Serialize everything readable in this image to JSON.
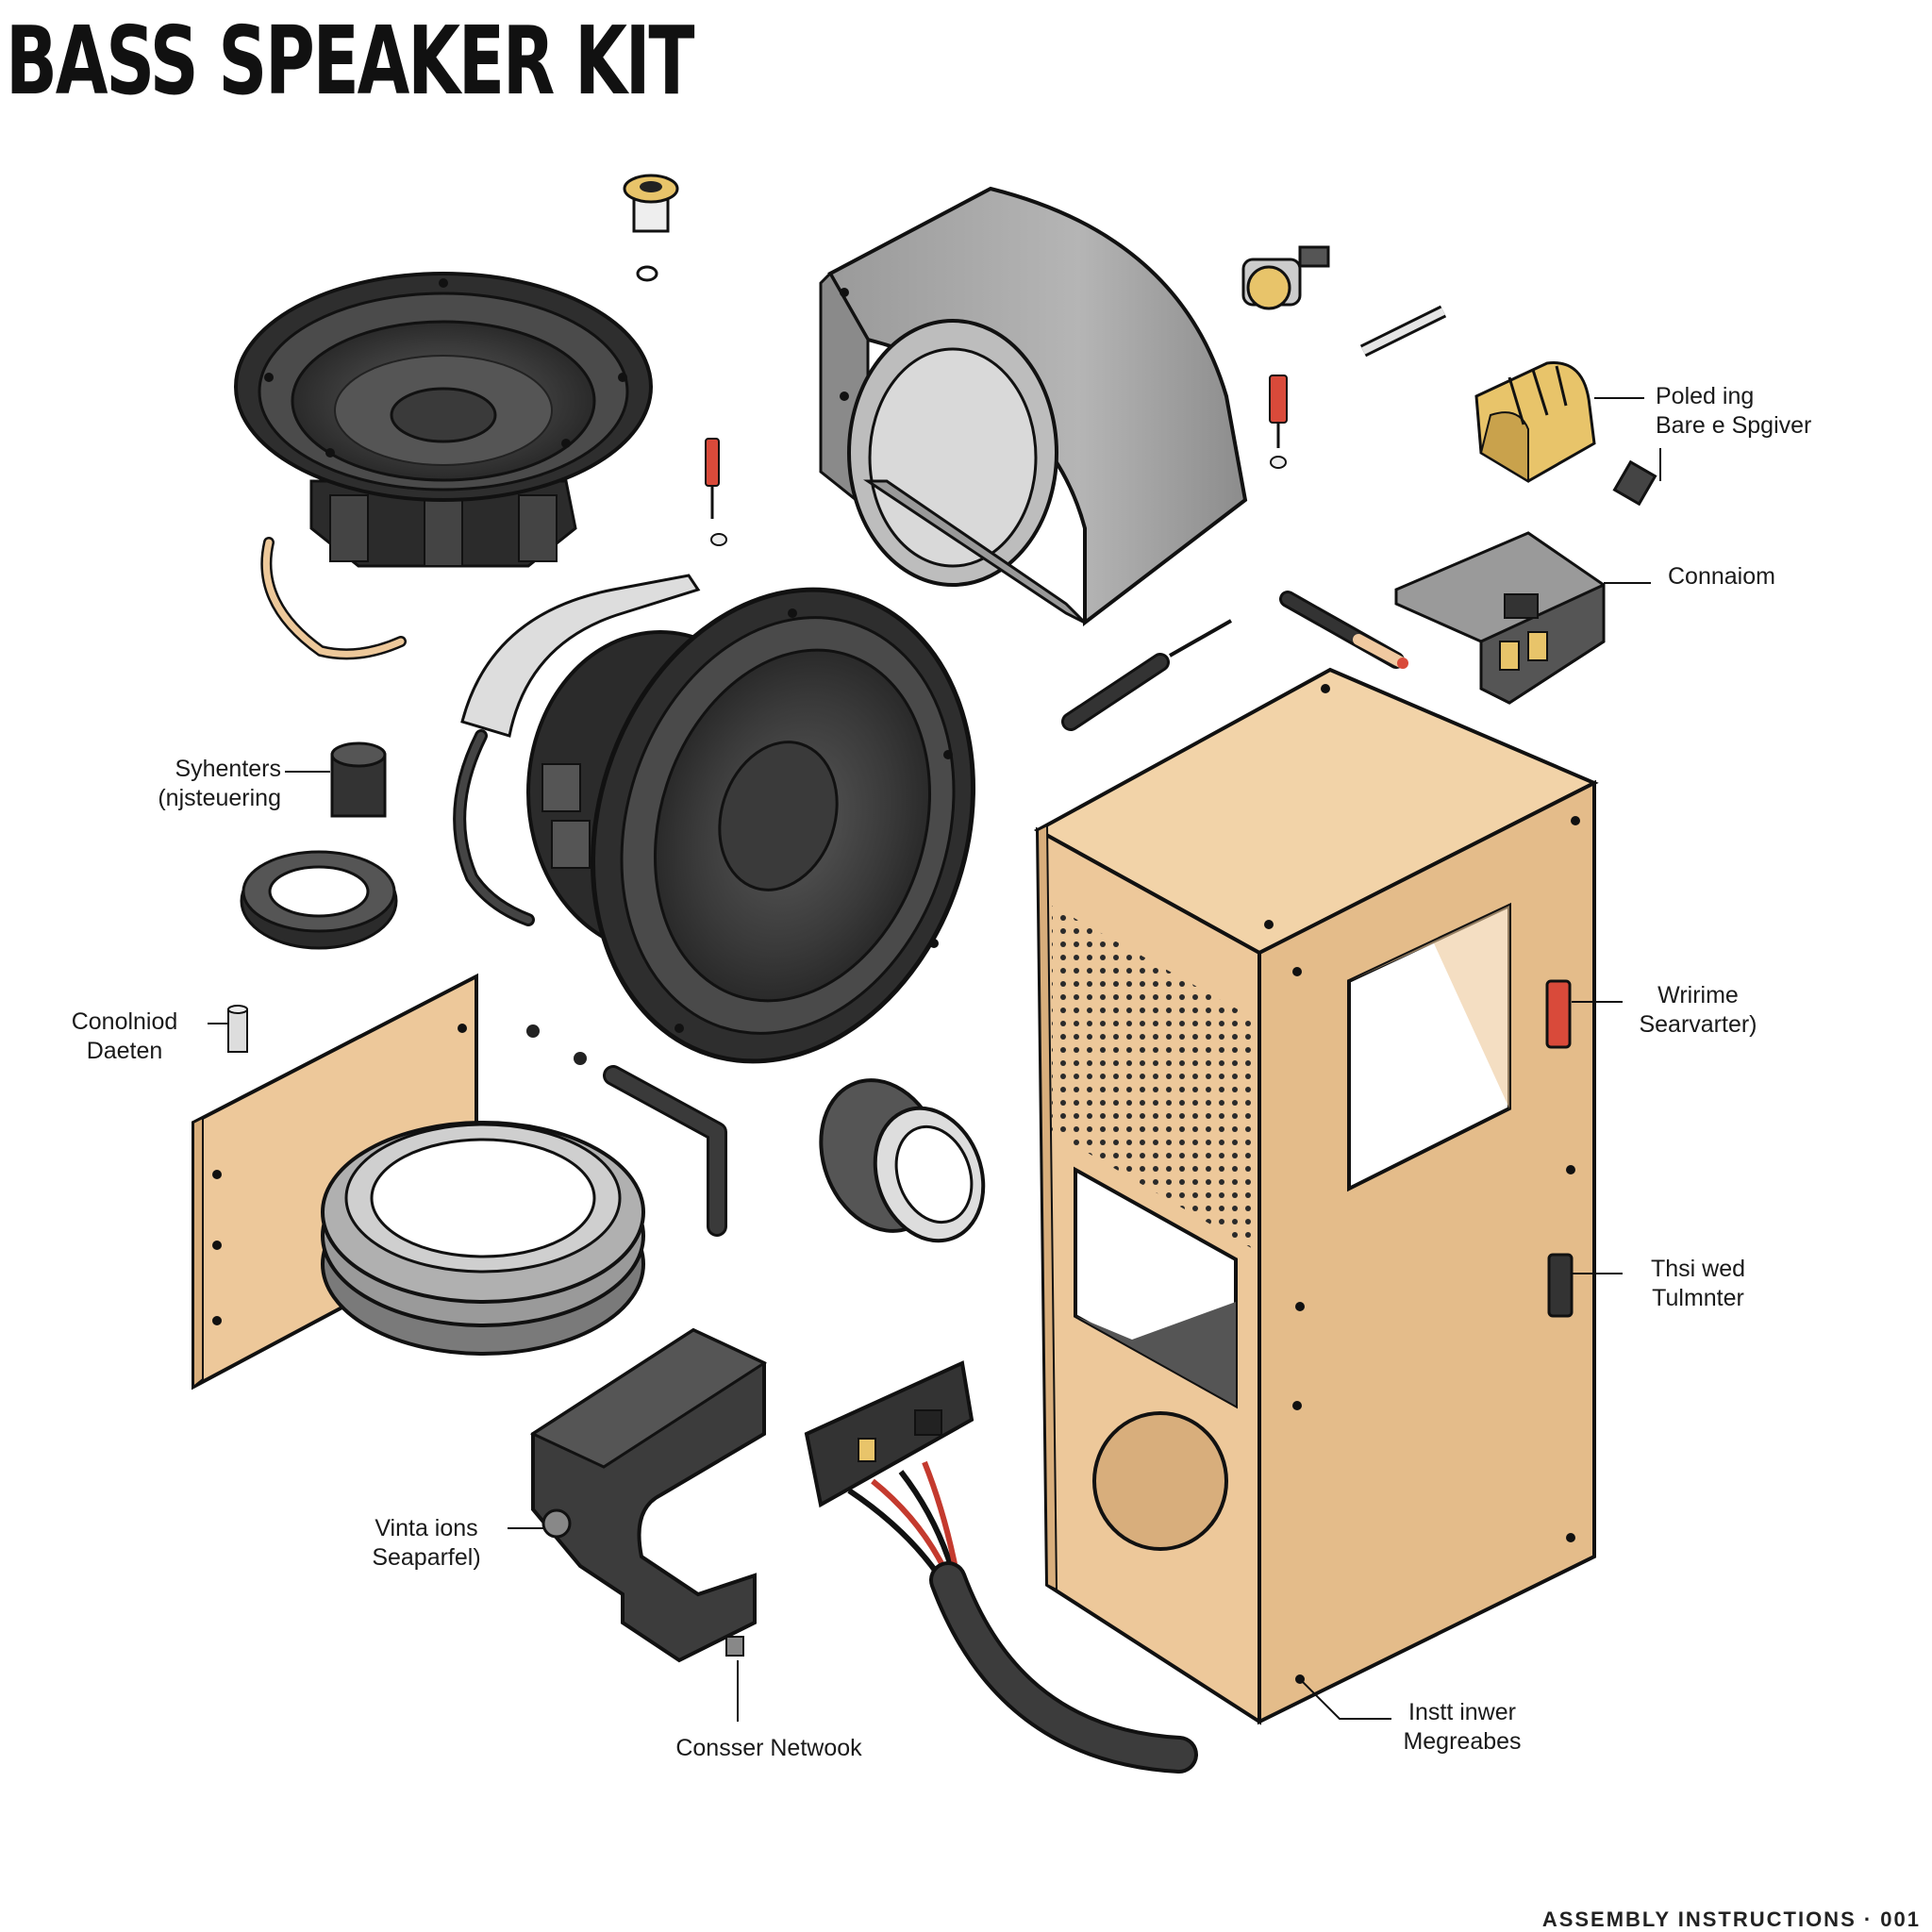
{
  "title": "BASS SPEAKER KIT",
  "labels": {
    "poled": {
      "line1": "Poled ing",
      "line2": "Bare e Spgiver"
    },
    "connaiom": {
      "line1": "Connaiom"
    },
    "syhenters": {
      "line1": "Syhenters",
      "line2": "(njsteuering"
    },
    "conolniod": {
      "line1": "Conolniod",
      "line2": "Daeten"
    },
    "wririme": {
      "line1": "Wririme",
      "line2": "Searvarter)"
    },
    "thsi": {
      "line1": "Thsi wed",
      "line2": "Tulmnter"
    },
    "vinta": {
      "line1": "Vinta ions",
      "line2": "Seaparfel)"
    },
    "consser": {
      "line1": "Consser Netwook"
    },
    "instt": {
      "line1": "Instt inwer",
      "line2": "Megreabes"
    }
  },
  "footer": "ASSEMBLY INSTRUCTIONS · 001",
  "colors": {
    "wood": "#EDC89A",
    "wood_dark": "#D8AE7C",
    "metal_dark": "#3C3C3C",
    "metal_gray": "#A9A9A9",
    "accent_red": "#D94A3A",
    "brass": "#E8C46A",
    "outline": "#1A1A1A"
  }
}
